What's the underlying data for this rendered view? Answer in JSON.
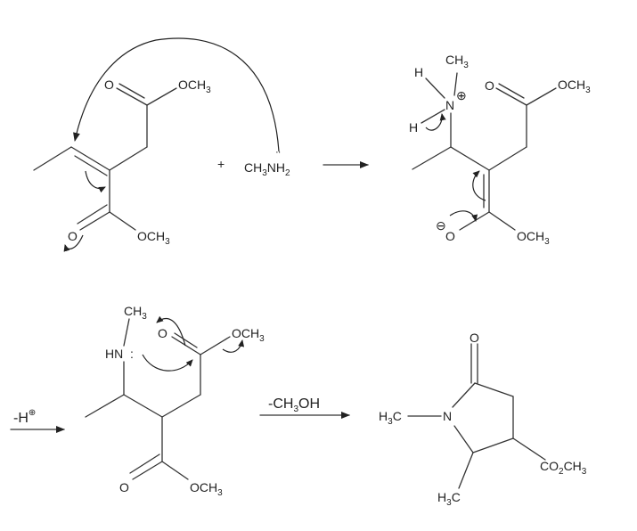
{
  "scheme": {
    "step1": {
      "ester_top": {
        "o": "O",
        "group": "OCH",
        "sub": "3"
      },
      "ester_bottom": {
        "o": "O",
        "group": "OCH",
        "sub": "3"
      },
      "plus": "+",
      "amine": {
        "a": "CH",
        "sub": "3",
        "b": "NH",
        "sub2": "2",
        "dots": "¨"
      }
    },
    "intermediate": {
      "ch3": {
        "text": "CH",
        "sub": "3"
      },
      "h_top": "H",
      "n": "N",
      "n_charge": "⊕",
      "h_left": "H",
      "o_carbonyl": "O",
      "och3_top": {
        "text": "OCH",
        "sub": "3"
      },
      "o_minus": "O",
      "minus_charge": "⊖",
      "och3_bottom": {
        "text": "OCH",
        "sub": "3"
      }
    },
    "step2": {
      "minus_h": {
        "text": "-H",
        "sup": "⊕"
      },
      "ch3": {
        "text": "CH",
        "sub": "3"
      },
      "hn": "HN",
      "lone_pair": ":",
      "o_top": "O",
      "och3_top": {
        "text": "OCH",
        "sub": "3"
      },
      "o_bottom": "O",
      "och3_bottom": {
        "text": "OCH",
        "sub": "3"
      }
    },
    "condition": {
      "text": "-CH",
      "sub": "3",
      "tail": "OH"
    },
    "product": {
      "o": "O",
      "n": "N",
      "h3c_n": {
        "pre": "H",
        "sub": "3",
        "post": "C"
      },
      "h3c_bottom": {
        "pre": "H",
        "sub": "3",
        "post": "C"
      },
      "co2ch3": {
        "a": "CO",
        "sub": "2",
        "b": "CH",
        "sub2": "3"
      }
    }
  },
  "colors": {
    "ink": "#222222",
    "background": "#ffffff"
  }
}
